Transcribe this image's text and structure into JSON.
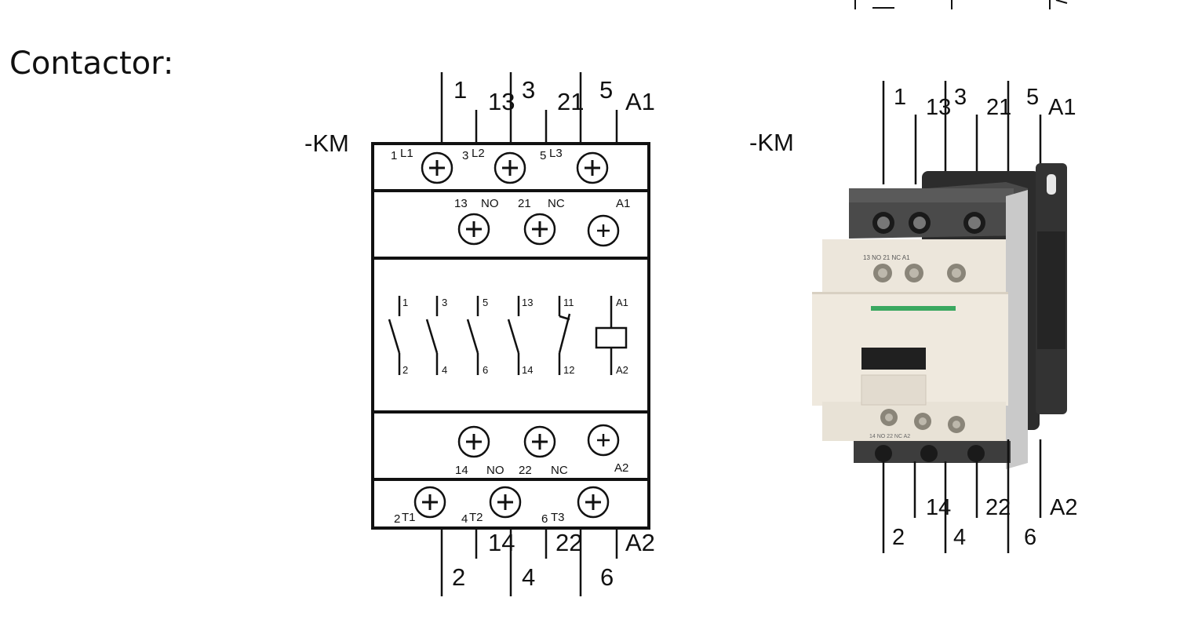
{
  "heading": "Contactor:",
  "device_tag": "-KM",
  "top_pin_labels": [
    "1",
    "13",
    "3",
    "21",
    "5",
    "A1"
  ],
  "bottom_pin_labels": [
    "2",
    "14",
    "4",
    "22",
    "6",
    "A2"
  ],
  "schematic": {
    "main_terminals_top": [
      {
        "num": "1",
        "tag": "L1"
      },
      {
        "num": "3",
        "tag": "L2"
      },
      {
        "num": "5",
        "tag": "L3"
      }
    ],
    "aux_top_labels": [
      "13",
      "NO",
      "21",
      "NC",
      "A1"
    ],
    "contacts": [
      {
        "top": "1",
        "bottom": "2",
        "kind": "NO"
      },
      {
        "top": "3",
        "bottom": "4",
        "kind": "NO"
      },
      {
        "top": "5",
        "bottom": "6",
        "kind": "NO"
      },
      {
        "top": "13",
        "bottom": "14",
        "kind": "NO"
      },
      {
        "top": "11",
        "bottom": "12",
        "kind": "NC"
      }
    ],
    "coil": {
      "top": "A1",
      "bottom": "A2"
    },
    "aux_bottom_labels": [
      "14",
      "NO",
      "22",
      "NC",
      "A2"
    ],
    "main_terminals_bottom": [
      {
        "num": "2",
        "tag": "T1"
      },
      {
        "num": "4",
        "tag": "T2"
      },
      {
        "num": "6",
        "tag": "T3"
      }
    ]
  },
  "photo": {
    "upper_markings": "13  NO  21  NC        A1",
    "lower_markings": "14  NO  22  NC        A2"
  }
}
